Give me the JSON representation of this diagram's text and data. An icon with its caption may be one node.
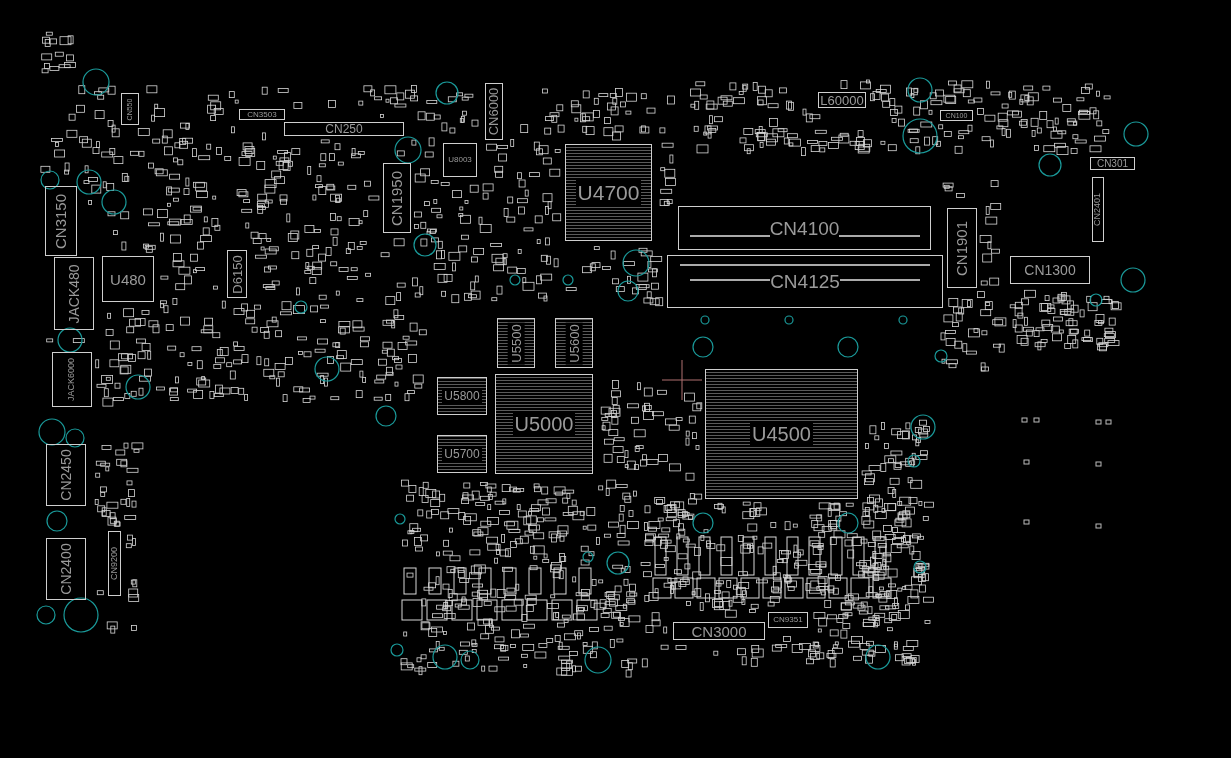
{
  "diagram": {
    "nodes": [
      {
        "text": [
          "CN550"
        ]
      },
      {
        "text": [
          "CN3503"
        ]
      },
      {
        "text": [
          "CN250"
        ]
      },
      {
        "text": [
          "CN3150"
        ]
      },
      {
        "text": [
          "CN1950"
        ]
      },
      {
        "text": [
          "U480"
        ]
      },
      {
        "text": [
          "JACK480"
        ]
      },
      {
        "text": [
          "D6150"
        ]
      },
      {
        "text": [
          "JACK6000"
        ]
      },
      {
        "text": [
          "CN6000"
        ]
      },
      {
        "text": [
          "U8003"
        ]
      },
      {
        "text": [
          "U4700"
        ]
      },
      {
        "text": [
          "U5500"
        ]
      },
      {
        "text": [
          "U5600"
        ]
      },
      {
        "text": [
          "L60000"
        ]
      },
      {
        "text": [
          "CN100"
        ]
      },
      {
        "text": [
          "CN4100"
        ]
      },
      {
        "text": [
          "CN4125"
        ]
      },
      {
        "text": [
          "CN1901"
        ]
      },
      {
        "text": [
          "CN1300"
        ]
      },
      {
        "text": [
          "CN301"
        ]
      },
      {
        "text": [
          "CN2401"
        ]
      },
      {
        "text": [
          "U5800"
        ]
      },
      {
        "text": [
          "U5000"
        ]
      },
      {
        "text": [
          "U5700"
        ]
      },
      {
        "text": [
          "U4500"
        ]
      },
      {
        "text": [
          "CN2450"
        ]
      },
      {
        "text": [
          "CN2400"
        ]
      },
      {
        "text": [
          "CN9200"
        ]
      },
      {
        "text": [
          "CN3000"
        ]
      },
      {
        "text": [
          "CN9351"
        ]
      }
    ]
  }
}
